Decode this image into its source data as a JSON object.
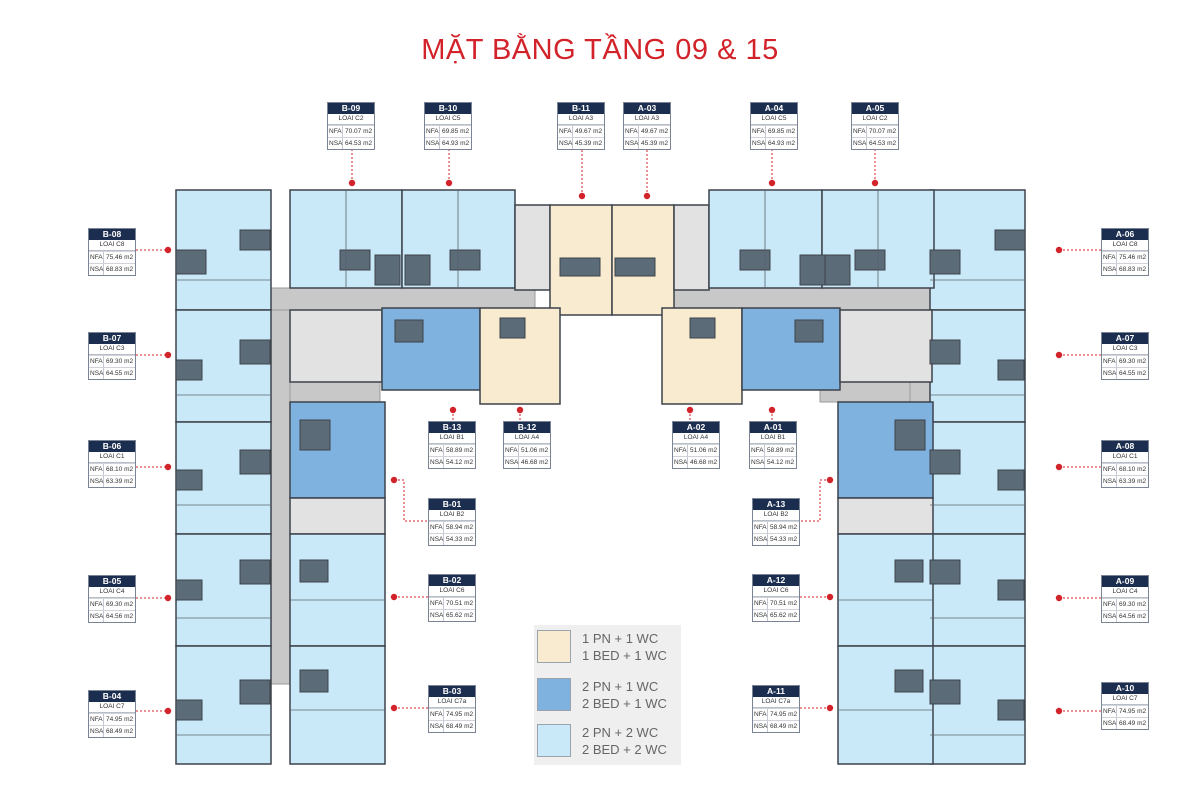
{
  "title": "MẶT BẰNG TẦNG 09 & 15",
  "colors": {
    "type_1pn_1wc": "#f8ebcf",
    "type_2pn_1wc": "#7fb2df",
    "type_2pn_2wc": "#c9e9f8",
    "core": "#e2e2e2",
    "corridor": "#c8c8c8",
    "marker": "#d3232a",
    "card_header": "#1c2e4f"
  },
  "units": [
    {
      "code": "B-09",
      "type": "LOAI C2",
      "nfa_label": "NFA",
      "nfa": "70.07 m2",
      "nsa_label": "NSA",
      "nsa": "64.53 m2"
    },
    {
      "code": "B-10",
      "type": "LOAI C5",
      "nfa_label": "NFA",
      "nfa": "69.85 m2",
      "nsa_label": "NSA",
      "nsa": "64.93 m2"
    },
    {
      "code": "B-11",
      "type": "LOAI A3",
      "nfa_label": "NFA",
      "nfa": "49.67 m2",
      "nsa_label": "NSA",
      "nsa": "45.39 m2"
    },
    {
      "code": "A-03",
      "type": "LOAI A3",
      "nfa_label": "NFA",
      "nfa": "49.67 m2",
      "nsa_label": "NSA",
      "nsa": "45.39 m2"
    },
    {
      "code": "A-04",
      "type": "LOAI C5",
      "nfa_label": "NFA",
      "nfa": "69.85 m2",
      "nsa_label": "NSA",
      "nsa": "64.93 m2"
    },
    {
      "code": "A-05",
      "type": "LOAI C2",
      "nfa_label": "NFA",
      "nfa": "70.07 m2",
      "nsa_label": "NSA",
      "nsa": "64.53 m2"
    },
    {
      "code": "B-08",
      "type": "LOAI C8",
      "nfa_label": "NFA",
      "nfa": "75.46 m2",
      "nsa_label": "NSA",
      "nsa": "68.83 m2"
    },
    {
      "code": "B-07",
      "type": "LOAI C3",
      "nfa_label": "NFA",
      "nfa": "69.30 m2",
      "nsa_label": "NSA",
      "nsa": "64.55 m2"
    },
    {
      "code": "B-06",
      "type": "LOAI C1",
      "nfa_label": "NFA",
      "nfa": "68.10 m2",
      "nsa_label": "NSA",
      "nsa": "63.39 m2"
    },
    {
      "code": "B-05",
      "type": "LOAI C4",
      "nfa_label": "NFA",
      "nfa": "69.30 m2",
      "nsa_label": "NSA",
      "nsa": "64.56 m2"
    },
    {
      "code": "B-04",
      "type": "LOAI C7",
      "nfa_label": "NFA",
      "nfa": "74.95 m2",
      "nsa_label": "NSA",
      "nsa": "68.49 m2"
    },
    {
      "code": "A-06",
      "type": "LOAI C8",
      "nfa_label": "NFA",
      "nfa": "75.46 m2",
      "nsa_label": "NSA",
      "nsa": "68.83 m2"
    },
    {
      "code": "A-07",
      "type": "LOAI C3",
      "nfa_label": "NFA",
      "nfa": "69.30 m2",
      "nsa_label": "NSA",
      "nsa": "64.55 m2"
    },
    {
      "code": "A-08",
      "type": "LOAI C1",
      "nfa_label": "NFA",
      "nfa": "68.10 m2",
      "nsa_label": "NSA",
      "nsa": "63.39 m2"
    },
    {
      "code": "A-09",
      "type": "LOAI C4",
      "nfa_label": "NFA",
      "nfa": "69.30 m2",
      "nsa_label": "NSA",
      "nsa": "64.56 m2"
    },
    {
      "code": "A-10",
      "type": "LOAI C7",
      "nfa_label": "NFA",
      "nfa": "74.95 m2",
      "nsa_label": "NSA",
      "nsa": "68.49 m2"
    },
    {
      "code": "B-13",
      "type": "LOAI B1",
      "nfa_label": "NFA",
      "nfa": "58.89 m2",
      "nsa_label": "NSA",
      "nsa": "54.12 m2"
    },
    {
      "code": "B-12",
      "type": "LOAI A4",
      "nfa_label": "NFA",
      "nfa": "51.06 m2",
      "nsa_label": "NSA",
      "nsa": "46.68 m2"
    },
    {
      "code": "A-02",
      "type": "LOAI A4",
      "nfa_label": "NFA",
      "nfa": "51.06 m2",
      "nsa_label": "NSA",
      "nsa": "46.68 m2"
    },
    {
      "code": "A-01",
      "type": "LOAI B1",
      "nfa_label": "NFA",
      "nfa": "58.89 m2",
      "nsa_label": "NSA",
      "nsa": "54.12 m2"
    },
    {
      "code": "B-01",
      "type": "LOAI B2",
      "nfa_label": "NFA",
      "nfa": "58.94 m2",
      "nsa_label": "NSA",
      "nsa": "54.33 m2"
    },
    {
      "code": "A-13",
      "type": "LOAI B2",
      "nfa_label": "NFA",
      "nfa": "58.94 m2",
      "nsa_label": "NSA",
      "nsa": "54.33 m2"
    },
    {
      "code": "B-02",
      "type": "LOAI C6",
      "nfa_label": "NFA",
      "nfa": "70.51 m2",
      "nsa_label": "NSA",
      "nsa": "65.62 m2"
    },
    {
      "code": "A-12",
      "type": "LOAI C6",
      "nfa_label": "NFA",
      "nfa": "70.51 m2",
      "nsa_label": "NSA",
      "nsa": "65.62 m2"
    },
    {
      "code": "B-03",
      "type": "LOAI C7a",
      "nfa_label": "NFA",
      "nfa": "74.95 m2",
      "nsa_label": "NSA",
      "nsa": "68.49 m2"
    },
    {
      "code": "A-11",
      "type": "LOAI C7a",
      "nfa_label": "NFA",
      "nfa": "74.95 m2",
      "nsa_label": "NSA",
      "nsa": "68.49 m2"
    }
  ],
  "legend": [
    {
      "line1": "1 PN + 1 WC",
      "line2": "1 BED + 1 WC",
      "color": "#f8ebcf"
    },
    {
      "line1": "2 PN + 1 WC",
      "line2": "2 BED + 1 WC",
      "color": "#7fb2df"
    },
    {
      "line1": "2 PN + 2 WC",
      "line2": "2 BED + 2 WC",
      "color": "#c9e9f8"
    }
  ]
}
